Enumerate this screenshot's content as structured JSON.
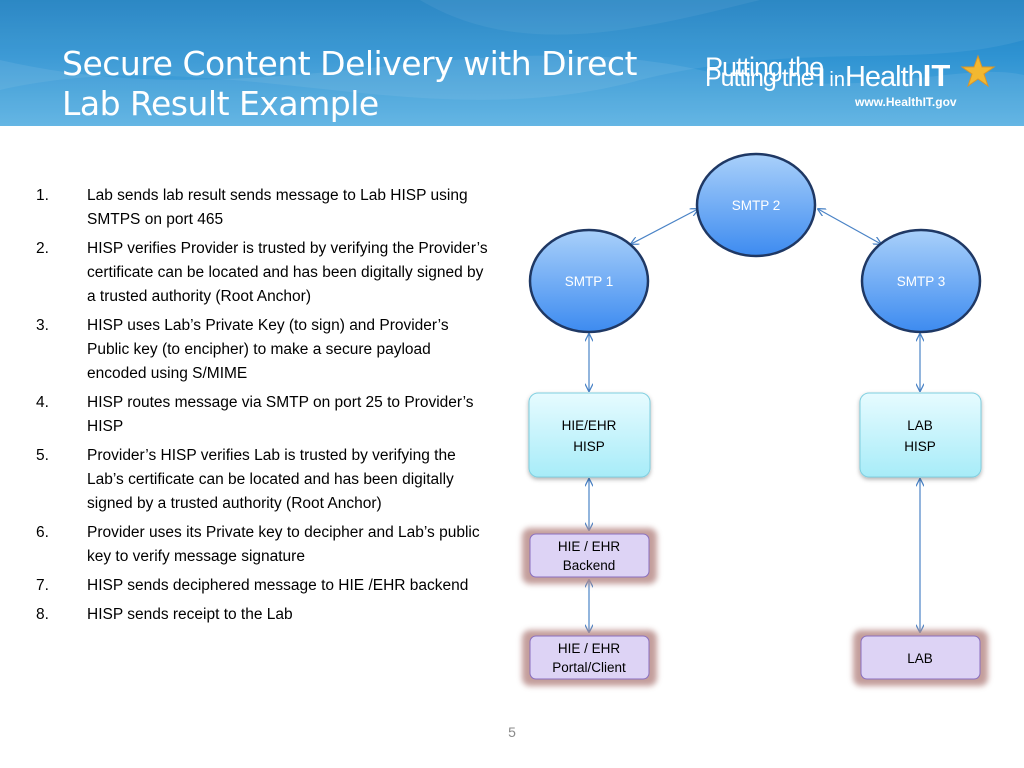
{
  "slide": {
    "title_line1": "Secure Content Delivery with Direct",
    "title_line2": "Lab Result Example",
    "page_number": "5"
  },
  "brand": {
    "text_before": "Putting the",
    "text_i": "I",
    "text_in": " in ",
    "text_health": "Health",
    "text_it": "IT",
    "url": "www.HealthIT.gov"
  },
  "steps": [
    {
      "num": "1.",
      "text": "Lab sends lab result sends message to Lab HISP using SMTPS  on port 465"
    },
    {
      "num": "2.",
      "text": "HISP verifies Provider is trusted by verifying the Provider’s certificate can be located and has been digitally signed by a trusted authority (Root Anchor)"
    },
    {
      "num": "3.",
      "text": "HISP uses Lab’s Private Key (to sign) and Provider’s Public key (to encipher) to make a secure payload encoded using S/MIME"
    },
    {
      "num": "4.",
      "text": "HISP routes message via SMTP on port 25 to Provider’s HISP"
    },
    {
      "num": "5.",
      "text": "Provider’s HISP verifies Lab is trusted by verifying the Lab’s certificate can be located and has been digitally signed by a trusted authority (Root Anchor)"
    },
    {
      "num": "6.",
      "text": "Provider uses its Private key to decipher and Lab’s public key to verify message signature"
    },
    {
      "num": "7.",
      "text": "HISP sends deciphered message to HIE /EHR backend"
    },
    {
      "num": "8.",
      "text": "HISP sends receipt to the Lab"
    }
  ],
  "diagram": {
    "smtp2": "SMTP 2",
    "smtp1": "SMTP 1",
    "smtp3": "SMTP 3",
    "hie_hisp_line1": "HIE/EHR",
    "hie_hisp_line2": "HISP",
    "lab_hisp_line1": "LAB",
    "lab_hisp_line2": "HISP",
    "hie_backend_line1": "HIE / EHR",
    "hie_backend_line2": "Backend",
    "hie_portal_line1": "HIE / EHR",
    "hie_portal_line2": "Portal/Client",
    "lab": "LAB"
  },
  "colors": {
    "banner_blue": "#2f93d2",
    "ellipse_fill_top": "#9cc8f7",
    "ellipse_fill_bottom": "#3f8ef0",
    "ellipse_border": "#1f3864",
    "hisp_fill": "#b9f1fb",
    "purple_fill": "#ddd3f5",
    "purple_glow": "#b98d8a",
    "arrow": "#4a83c6",
    "logo_star": "#f2b830"
  }
}
